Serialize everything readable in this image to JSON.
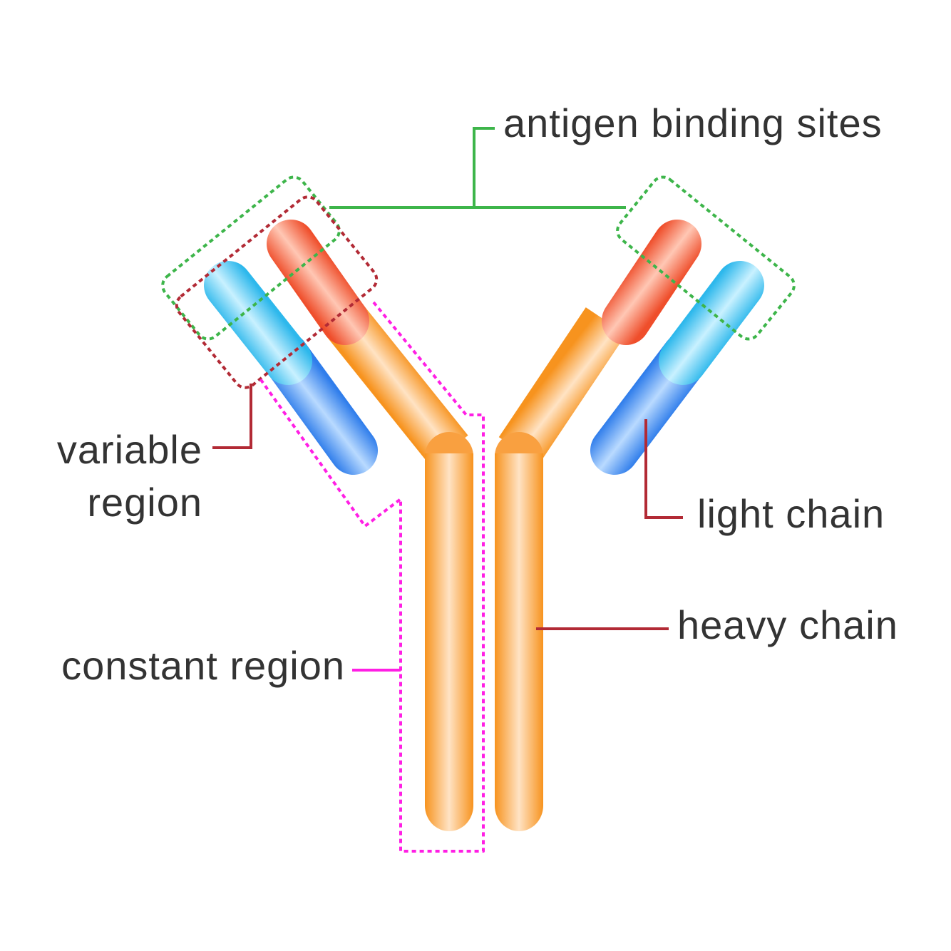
{
  "labels": {
    "antigen_binding_sites": "antigen binding sites",
    "variable_region_line1": "variable",
    "variable_region_line2": "region",
    "light_chain": "light chain",
    "heavy_chain": "heavy chain",
    "constant_region": "constant region"
  },
  "colors": {
    "heavy_chain": "#FBA23F",
    "heavy_variable": "#EF5A32",
    "light_constant": "#3D8BEF",
    "light_variable": "#44C6F0",
    "antigen_outline": "#3DB54A",
    "variable_outline": "#B22A35",
    "constant_outline": "#FF1FE4",
    "text": "#333333"
  }
}
